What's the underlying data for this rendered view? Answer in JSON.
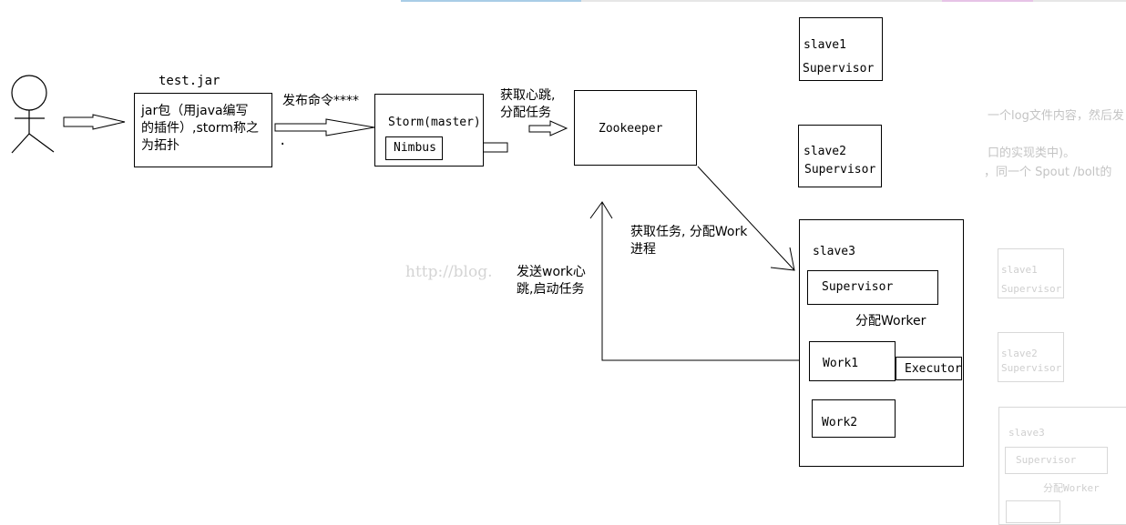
{
  "labels": {
    "test_jar": "test.jar",
    "jar_desc": "jar包（用java编写\n的插件）,storm称之\n为拓扑",
    "publish": "发布命令****",
    "dot": ".",
    "storm_master": "Storm(master)",
    "nimbus": "Nimbus",
    "heartbeat": "获取心跳,\n分配任务",
    "zookeeper": "Zookeeper",
    "slave1": "slave1",
    "slave1_sup": "Supervisor",
    "slave2": "slave2",
    "slave2_sup": "Supervisor",
    "get_task": "获取任务, 分配Work\n进程",
    "send_heartbeat": "发送work心\n跳,启动任务",
    "watermark": "http://blog.",
    "slave3": "slave3",
    "slave3_sup": "Supervisor",
    "assign_worker": "分配Worker",
    "work1": "Work1",
    "executor": "Executor",
    "work2": "Work2"
  },
  "background": {
    "text1": "一个log文件内容，然后发",
    "text2": "口的实现类中)。",
    "text3": "，同一个 Spout /bolt的",
    "ghost_slave1": "slave1",
    "ghost_slave1_sup": "Supervisor",
    "ghost_slave2": "slave2",
    "ghost_slave2_sup": "Supervisor",
    "ghost_slave3": "slave3",
    "ghost_slave3_sup": "Supervisor",
    "ghost_assign": "分配Worker"
  }
}
